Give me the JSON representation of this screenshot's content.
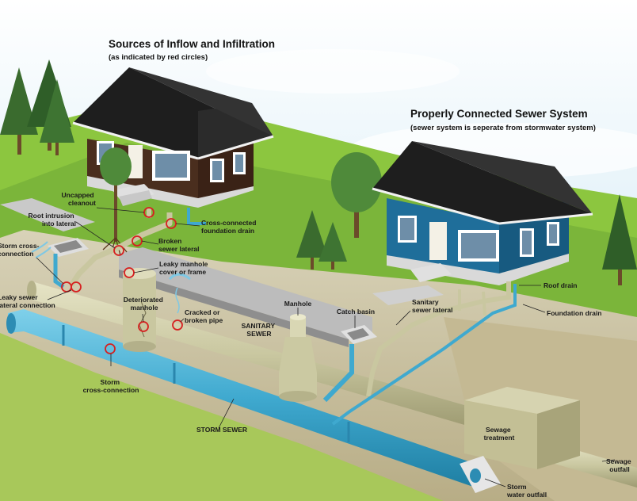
{
  "titles": {
    "left_title": "Sources of Inflow and Infiltration",
    "left_subtitle": "(as indicated by red circles)",
    "right_title": "Properly Connected Sewer System",
    "right_subtitle": "(sewer system is seperate from stormwater system)"
  },
  "labels": {
    "uncapped_cleanout": [
      "Uncapped",
      "cleanout"
    ],
    "root_intrusion": [
      "Root intrusion",
      "into lateral"
    ],
    "cross_connected_drain": [
      "Cross-connected",
      "foundation drain"
    ],
    "broken_lateral": [
      "Broken",
      "sewer lateral"
    ],
    "storm_cross_connection_top": [
      "Storm cross-",
      "connection"
    ],
    "leaky_manhole_cover": [
      "Leaky manhole",
      "cover or frame"
    ],
    "leaky_lateral_connection": [
      "Leaky sewer",
      "lateral connection"
    ],
    "deteriorated_manhole": [
      "Deteriorated",
      "manhole"
    ],
    "cracked_pipe": [
      "Cracked or",
      "broken pipe"
    ],
    "manhole": "Manhole",
    "catch_basin": "Catch basin",
    "sanitary_sewer": [
      "SANITARY",
      "SEWER"
    ],
    "sanitary_lateral": [
      "Sanitary",
      "sewer lateral"
    ],
    "roof_drain": "Roof drain",
    "foundation_drain": "Foundation drain",
    "storm_cross_connection_bottom": [
      "Storm",
      "cross-connection"
    ],
    "storm_sewer": "STORM SEWER",
    "sewage_treatment": [
      "Sewage",
      "treatment"
    ],
    "storm_outfall": [
      "Storm",
      "water outfall"
    ],
    "sewage_outfall": [
      "Sewage",
      "outfall"
    ]
  },
  "colors": {
    "inflow_marker": "#d62020",
    "storm_pipe": "#3fa9cf",
    "sanitary_pipe": "#c9c7a0",
    "left_house": "#4a2e1e",
    "right_house": "#1f6e9a"
  }
}
